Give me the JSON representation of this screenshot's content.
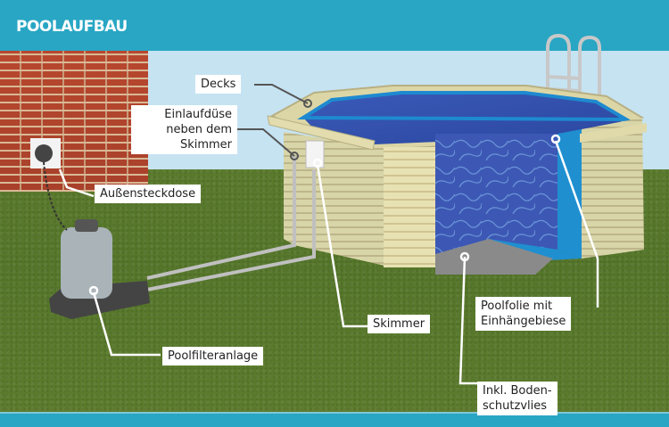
{
  "header": {
    "title": "POOLAUFBAU"
  },
  "colors": {
    "header_bar": "#28a6c4",
    "sky": "#c6e3f2",
    "grass": "#58782b",
    "brick": "#b0452c",
    "water": "#2f4fa8",
    "liner": "#1f8fd0",
    "wood": "#e6dfb0",
    "label_bg": "#ffffff"
  },
  "labels": {
    "decks": "Decks",
    "einlaufduese": "Einlaufdüse\nneben dem\nSkimmer",
    "aussensteckdose": "Außensteckdose",
    "skimmer": "Skimmer",
    "poolfolie": "Poolfolie mit\nEinhängebiese",
    "poolfilteranlage": "Poolfilteranlage",
    "bodenschutzvlies": "Inkl. Boden-\nschutzvlies"
  },
  "illustration": {
    "components": [
      "brick-wall",
      "outdoor-socket",
      "sand-filter",
      "pipes",
      "wooden-octagonal-pool",
      "pool-ladder",
      "skimmer",
      "inlet-nozzle",
      "pool-liner",
      "ground-protection-fleece"
    ]
  }
}
